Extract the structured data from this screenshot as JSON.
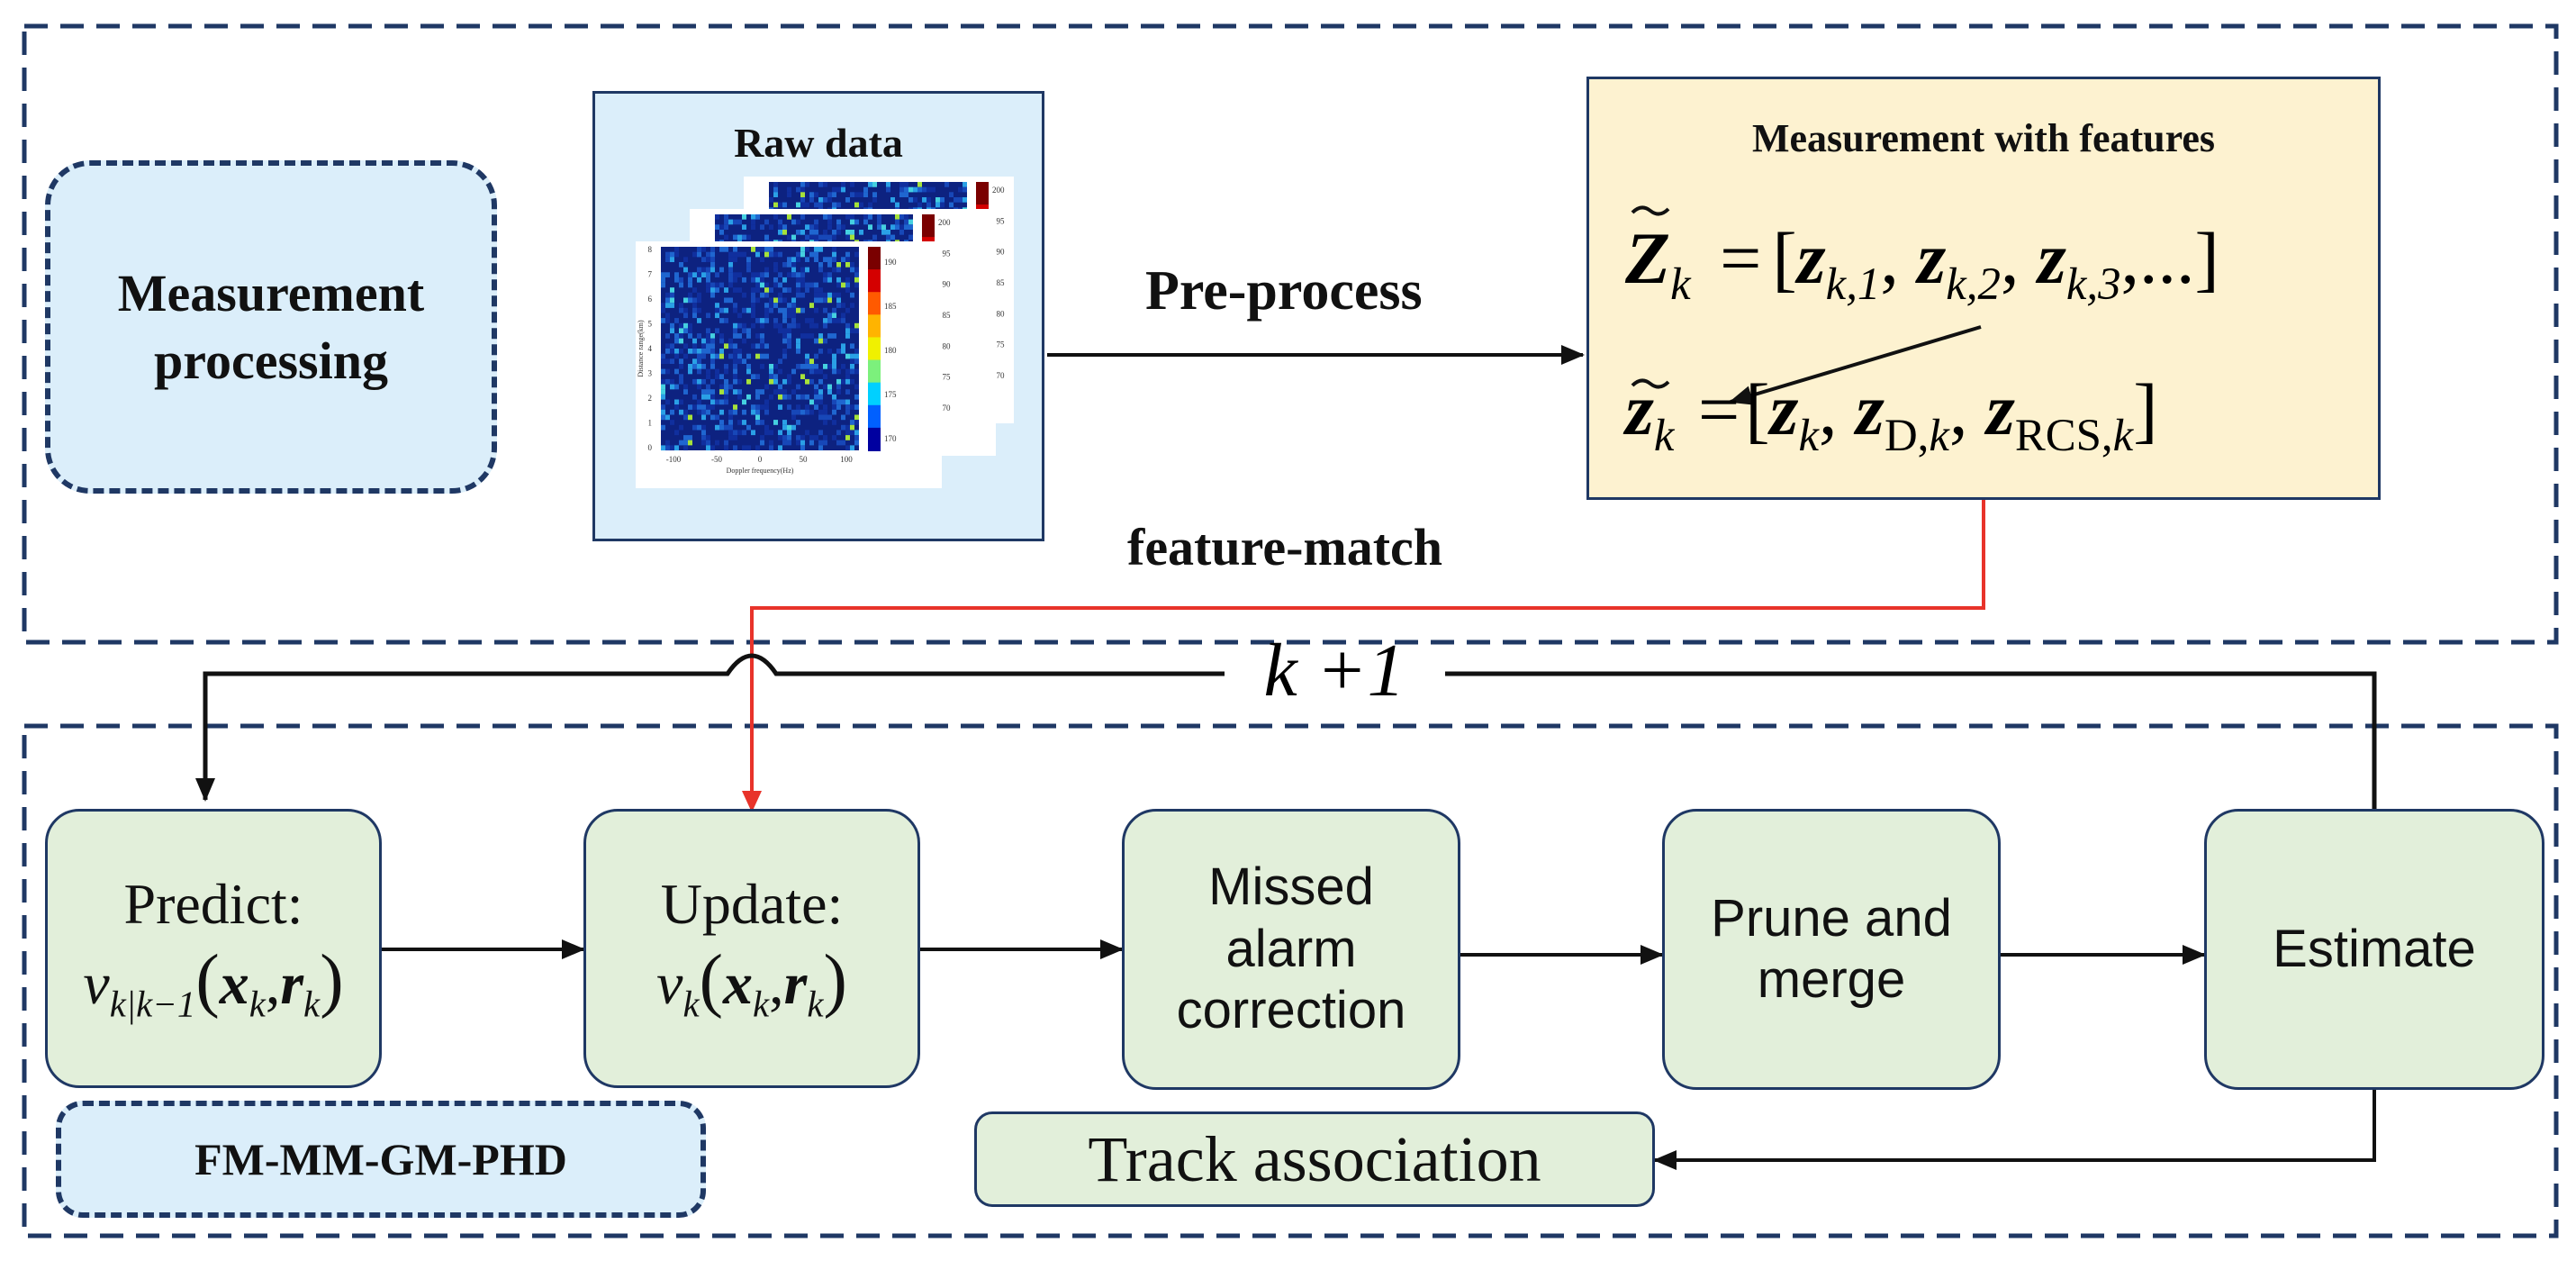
{
  "measurement_panel": {
    "label": "Measurement processing",
    "raw_data": {
      "title": "Raw data",
      "x_ticks": [
        "-100",
        "-50",
        "0",
        "50",
        "100"
      ],
      "x_label": "Doppler frequency(Hz)",
      "y_ticks": [
        "8",
        "7",
        "6",
        "5",
        "4",
        "3",
        "2",
        "1",
        "0"
      ],
      "y_label": "Distance range(km)",
      "colorbar_ticks_front": [
        "190",
        "185",
        "180",
        "175",
        "170"
      ],
      "colorbar_ticks_mid": [
        "200",
        "195",
        "190",
        "185",
        "180",
        "175",
        "170"
      ],
      "colorbar_ticks_back": [
        "200",
        "195",
        "190",
        "185",
        "180",
        "175",
        "170"
      ]
    },
    "preprocess_label": "Pre-process",
    "feature_box": {
      "title": "Measurement with features",
      "eq1": {
        "lhs": "Z",
        "lhs_sub": "k",
        "equals": "=",
        "open": "[",
        "items": [
          {
            "sym": "z",
            "sub": "k,1"
          },
          {
            "sym": "z",
            "sub": "k,2"
          },
          {
            "sym": "z",
            "sub": "k,3"
          }
        ],
        "tail": ",...",
        "close": "]"
      },
      "eq2": {
        "lhs": "z",
        "lhs_sub": "k",
        "equals": "=",
        "open": "[",
        "items": [
          {
            "sym": "z",
            "sub": "k"
          },
          {
            "sym": "z",
            "sub_up": "D,",
            "sub": "k"
          },
          {
            "sym": "z",
            "sub_up": "RCS,",
            "sub": "k"
          }
        ],
        "close": "]"
      }
    },
    "feature_match_label": "feature-match"
  },
  "loop_label": "k +1",
  "filter_panel": {
    "label": "FM-MM-GM-PHD",
    "predict": {
      "title": "Predict:",
      "fn": "v",
      "fn_sub": "k|k−1",
      "args": [
        "x",
        "r"
      ],
      "arg_sub": "k"
    },
    "update": {
      "title": "Update:",
      "fn": "v",
      "fn_sub": "k",
      "args": [
        "x",
        "r"
      ],
      "arg_sub": "k"
    },
    "missed": {
      "lines": [
        "Missed",
        "alarm",
        "correction"
      ]
    },
    "prune": {
      "lines": [
        "Prune and",
        "merge"
      ]
    },
    "estimate": {
      "label": "Estimate"
    },
    "track": {
      "label": "Track association"
    }
  },
  "colors": {
    "navy": "#1f3864",
    "green_fill": "#e2efda",
    "blue_fill": "#dbeefa",
    "feature_fill": "#fdf2d0",
    "red_arrow": "#e8332a",
    "black": "#111111"
  }
}
